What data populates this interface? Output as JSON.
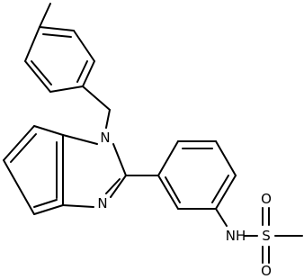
{
  "atoms": {
    "n1": "N",
    "n3": "N",
    "nh": "NH",
    "s": "S",
    "o_top": "O",
    "o_bottom": "O"
  },
  "colors": {
    "ink": "#000000",
    "background": "#ffffff"
  }
}
